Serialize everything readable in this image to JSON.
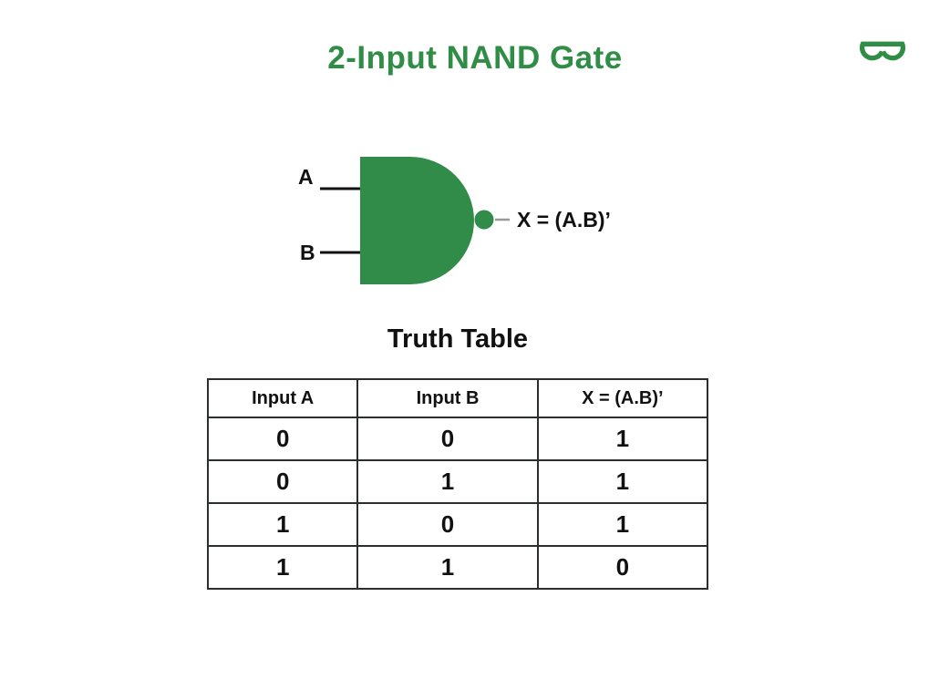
{
  "page": {
    "title": "2-Input NAND Gate",
    "background_color": "#ffffff"
  },
  "brand": {
    "logo": "geeksforgeeks-logo",
    "color": "#2f8d46"
  },
  "gate": {
    "type": "NAND",
    "input_a_label": "A",
    "input_b_label": "B",
    "output_label": "X = (A.B)’",
    "body_color": "#318c49",
    "wire_color": "#111111",
    "output_stub_color": "#999999"
  },
  "truth_table": {
    "heading": "Truth Table",
    "columns": [
      "Input A",
      "Input B",
      "X = (A.B)’"
    ],
    "rows": [
      [
        "0",
        "0",
        "1"
      ],
      [
        "0",
        "1",
        "1"
      ],
      [
        "1",
        "0",
        "1"
      ],
      [
        "1",
        "1",
        "0"
      ]
    ],
    "border_color": "#2a2e2c"
  }
}
